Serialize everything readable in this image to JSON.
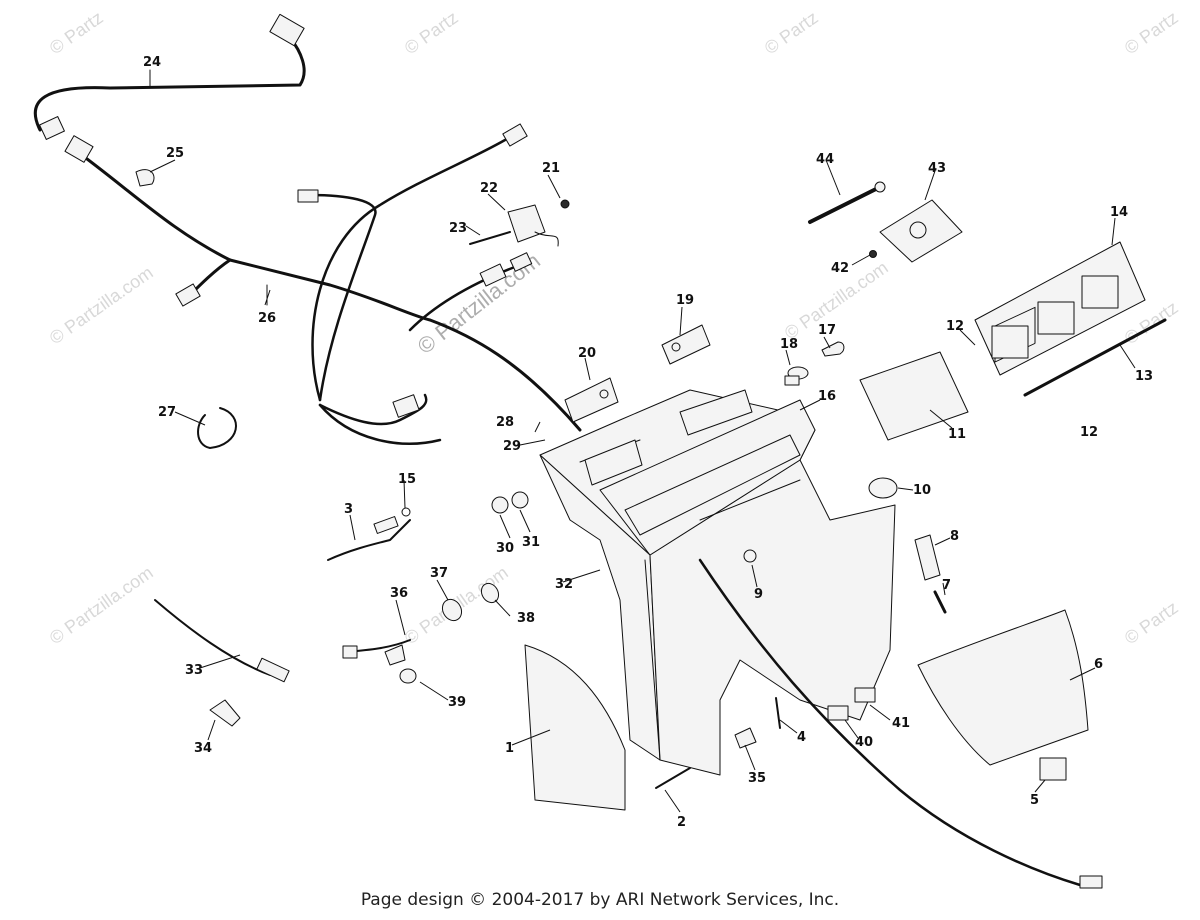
{
  "watermark": "© Partzilla.com",
  "callouts": [
    "1",
    "2",
    "3",
    "4",
    "5",
    "6",
    "7",
    "8",
    "9",
    "10",
    "11",
    "12",
    "13",
    "14",
    "15",
    "16",
    "17",
    "18",
    "19",
    "20",
    "21",
    "22",
    "23",
    "24",
    "25",
    "26",
    "27",
    "28",
    "29",
    "30",
    "31",
    "32",
    "33",
    "34",
    "35",
    "36",
    "37",
    "38",
    "39",
    "40",
    "41",
    "42",
    "43",
    "44"
  ],
  "footer": "Page design © 2004-2017 by ARI Network Services, Inc."
}
